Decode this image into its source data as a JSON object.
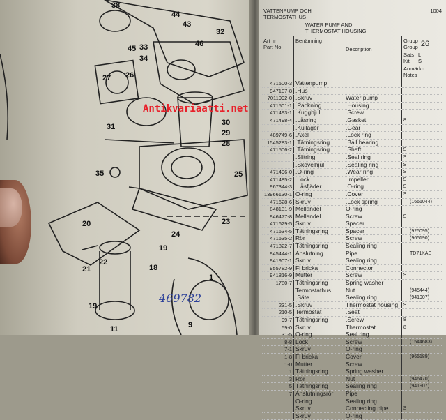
{
  "watermark": "Antikvariaatti.net",
  "handwritten_note": "469782",
  "diagram": {
    "callouts": [
      "38",
      "44",
      "43",
      "32",
      "45",
      "33",
      "34",
      "46",
      "27",
      "26",
      "31",
      "30",
      "29",
      "28",
      "35",
      "25",
      "20",
      "24",
      "23",
      "21",
      "22",
      "19",
      "18",
      "19",
      "1",
      "9",
      "11"
    ]
  },
  "table": {
    "title_sv": "VATTENPUMP OCH\nTERMOSTATHUS",
    "section_no": "1004",
    "title_en": "WATER PUMP AND\nTHERMOSTAT HOUSING",
    "group_label": "Grupp\nGroup",
    "group_no": "26",
    "col_art": "Art nr\nPart No",
    "col_sv": "Benämning",
    "col_en": "Description",
    "col_kit": "Sats\nKit",
    "col_ls": "L\nS",
    "col_notes": "Anmärkn\nNotes",
    "rows": [
      {
        "art": "471500-3",
        "sv": "Vattenpump",
        "en": "",
        "flag": "",
        "note": ""
      },
      {
        "art": "947107-8",
        "sv": ".Hus",
        "en": "",
        "flag": "",
        "note": ""
      },
      {
        "art": "7011992-0",
        "sv": ".Skruv",
        "en": "Water pump",
        "flag": "",
        "note": ""
      },
      {
        "art": "471501-1",
        "sv": ".Packning",
        "en": ".Housing",
        "flag": "",
        "note": ""
      },
      {
        "art": "471493-1",
        "sv": ".Kugghjul",
        "en": ".Screw",
        "flag": "",
        "note": ""
      },
      {
        "art": "471498-4",
        "sv": ".Låsring",
        "en": ".Gasket",
        "flag": "8",
        "note": ""
      },
      {
        "art": "",
        "sv": ".Kullager",
        "en": ".Gear",
        "flag": "",
        "note": ""
      },
      {
        "art": "489749-6",
        "sv": ".Axel",
        "en": ".Lock ring",
        "flag": "",
        "note": ""
      },
      {
        "art": "1545283-1",
        "sv": ".Tätningsring",
        "en": ".Ball bearing",
        "flag": "",
        "note": ""
      },
      {
        "art": "471506-2",
        "sv": ".Tätningsring",
        "en": ".Shaft",
        "flag": "S",
        "note": ""
      },
      {
        "art": "",
        "sv": ".Slitring",
        "en": ".Seal ring",
        "flag": "S",
        "note": ""
      },
      {
        "art": "",
        "sv": ".Skovelhjul",
        "en": ".Sealing ring",
        "flag": "S",
        "note": ""
      },
      {
        "art": "471496-0",
        "sv": ".O-ring",
        "en": ".Wear ring",
        "flag": "S",
        "note": ""
      },
      {
        "art": "471485-2",
        "sv": ".Lock",
        "en": ".Impeller",
        "flag": "S",
        "note": ""
      },
      {
        "art": "967344-3",
        "sv": ".Låsfjäder",
        "en": ".O-ring",
        "flag": "S",
        "note": ""
      },
      {
        "art": "13966130-1",
        "sv": "O-ring",
        "en": ".Cover",
        "flag": "S",
        "note": ""
      },
      {
        "art": "471628-6",
        "sv": "Skruv",
        "en": ".Lock spring",
        "flag": "",
        "note": "(1661044)"
      },
      {
        "art": "848131-9",
        "sv": "Mellandel",
        "en": "O-ring",
        "flag": "",
        "note": ""
      },
      {
        "art": "946477-8",
        "sv": "Mellandel",
        "en": "Screw",
        "flag": "S",
        "note": ""
      },
      {
        "art": "471629-5",
        "sv": "Skruv",
        "en": "Spacer",
        "flag": "",
        "note": ""
      },
      {
        "art": "471634-5",
        "sv": "Tätningsring",
        "en": "Spacer",
        "flag": "",
        "note": "(925095)"
      },
      {
        "art": "471635-2",
        "sv": "Rör",
        "en": "Screw",
        "flag": "",
        "note": "(965190)"
      },
      {
        "art": "471822-7",
        "sv": "Tätningsring",
        "en": "Sealing ring",
        "flag": "",
        "note": ""
      },
      {
        "art": "945444-1",
        "sv": "Anslutning",
        "en": "Pipe",
        "flag": "",
        "note": "TD71KAE"
      },
      {
        "art": "941907-1",
        "sv": "Skruv",
        "en": "Sealing ring",
        "flag": "",
        "note": ""
      },
      {
        "art": "955782-9",
        "sv": "Fl bricka",
        "en": "Connector",
        "flag": "",
        "note": ""
      },
      {
        "art": "941816-9",
        "sv": "Mutter",
        "en": "Screw",
        "flag": "S",
        "note": ""
      },
      {
        "art": "1780-7",
        "sv": "Tätningsring",
        "en": "Spring washer",
        "flag": "",
        "note": ""
      },
      {
        "art": "",
        "sv": "Termostathus",
        "en": "Nut",
        "flag": "",
        "note": "(945444)"
      },
      {
        "art": "",
        "sv": ".Säte",
        "en": "Sealing ring",
        "flag": "",
        "note": "(941907)"
      },
      {
        "art": "231-5",
        "sv": ".Skruv",
        "en": "Thermostat housing",
        "flag": "S",
        "note": ""
      },
      {
        "art": "210-5",
        "sv": "Termostat",
        "en": ".Seat",
        "flag": "",
        "note": ""
      },
      {
        "art": "99-7",
        "sv": "Tätningsring",
        "en": ".Screw",
        "flag": "8",
        "note": ""
      },
      {
        "art": "59-0",
        "sv": "Skruv",
        "en": "Thermostat",
        "flag": "8",
        "note": ""
      },
      {
        "art": "31-5",
        "sv": "O-ring",
        "en": "Seal ring",
        "flag": "",
        "note": ""
      },
      {
        "art": "8-8",
        "sv": "Lock",
        "en": "Screw",
        "flag": "",
        "note": "(1544683)"
      },
      {
        "art": "7-1",
        "sv": "Skruv",
        "en": "O-ring",
        "flag": "",
        "note": ""
      },
      {
        "art": "1-8",
        "sv": "Fl bricka",
        "en": "Cover",
        "flag": "",
        "note": "(965189)"
      },
      {
        "art": "1-0",
        "sv": "Mutter",
        "en": "Screw",
        "flag": "",
        "note": ""
      },
      {
        "art": "1",
        "sv": "Tätningsring",
        "en": "Spring washer",
        "flag": "",
        "note": ""
      },
      {
        "art": "3",
        "sv": "Rör",
        "en": "Nut",
        "flag": "",
        "note": "(946470)"
      },
      {
        "art": "5",
        "sv": "Tätningsring",
        "en": "Sealing ring",
        "flag": "",
        "note": "(941907)"
      },
      {
        "art": "7",
        "sv": "Anslutningsrör",
        "en": "Pipe",
        "flag": "",
        "note": ""
      },
      {
        "art": "",
        "sv": "O-ring",
        "en": "Sealing ring",
        "flag": "",
        "note": ""
      },
      {
        "art": "",
        "sv": "Skruv",
        "en": "Connecting pipe",
        "flag": "S",
        "note": ""
      },
      {
        "art": "",
        "sv": "Skruv",
        "en": "O-ring",
        "flag": "",
        "note": ""
      }
    ]
  }
}
